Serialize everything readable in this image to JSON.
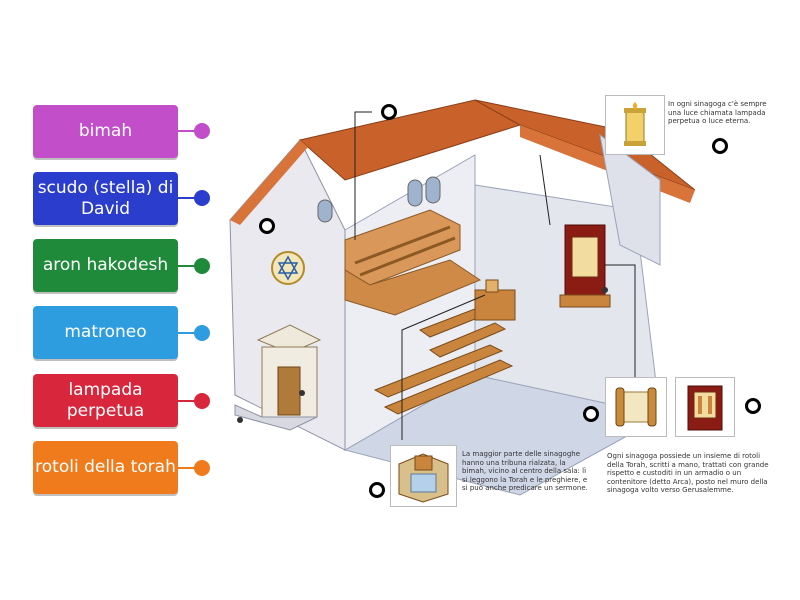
{
  "labels": [
    {
      "id": "bimah",
      "text": "bimah",
      "color": "#c24fc9"
    },
    {
      "id": "scudo",
      "text": "scudo (stella) di David",
      "color": "#2b3dcc"
    },
    {
      "id": "aron",
      "text": "aron hakodesh",
      "color": "#1f8a3a"
    },
    {
      "id": "matroneo",
      "text": "matroneo",
      "color": "#2e9de0"
    },
    {
      "id": "lampada",
      "text": "lampada perpetua",
      "color": "#d8263d"
    },
    {
      "id": "rotoli",
      "text": "rotoli della torah",
      "color": "#f07b1c"
    }
  ],
  "captions": {
    "lamp": "In ogni sinagoga c'è sempre una luce chiamata lampada perpetua o luce eterna.",
    "bimah": "La maggior parte delle sinagoghe hanno una tribuna rialzata, la bimah, vicino al centro della sala: lì si leggono la Torah e le preghiere, e si può anche predicare un sermone.",
    "torah": "Ogni sinagoga possiede un insieme di rotoli della Torah, scritti a mano, trattati con grande rispetto e custoditi in un armadio o un contenitore (detto Arca), posto nel muro della sinagoga volto verso Gerusalemme."
  },
  "colors": {
    "roof": "#c9612a",
    "wall": "#e9e9ef",
    "wood": "#c9853e",
    "floor": "#cfd6e6",
    "ark": "#8b1c14"
  }
}
